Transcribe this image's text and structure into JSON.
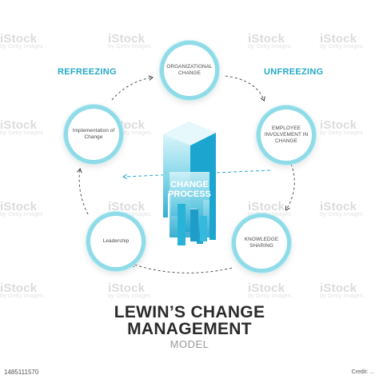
{
  "diagram": {
    "nodes": [
      {
        "id": "org",
        "label": "ORGANIZATIONAL CHANGE"
      },
      {
        "id": "emp",
        "label": "EMPLOYEE INVOLVEMENT IN CHANGE"
      },
      {
        "id": "kno",
        "label": "KNOWLEDGE SHARING"
      },
      {
        "id": "lead",
        "label": "Leadership"
      },
      {
        "id": "impl",
        "label": "Implementation of Change"
      }
    ],
    "phases": {
      "refreezing": "REFREEZING",
      "unfreezing": "UNFREEZING"
    },
    "center_label_line1": "CHANGE",
    "center_label_line2": "PROCESS",
    "colors": {
      "accent": "#27a9c9",
      "ring": "#8fdbe8",
      "block_light": "#bfeef6",
      "block_dark": "#1faad0"
    }
  },
  "title": {
    "line1": "LEWIN’S CHANGE",
    "line2": "MANAGEMENT",
    "subtitle": "MODEL"
  },
  "watermark": {
    "brand": "iStock",
    "credit": "by Getty Images"
  },
  "footer": {
    "id": "1485111570",
    "credit": "Credit: ..."
  }
}
